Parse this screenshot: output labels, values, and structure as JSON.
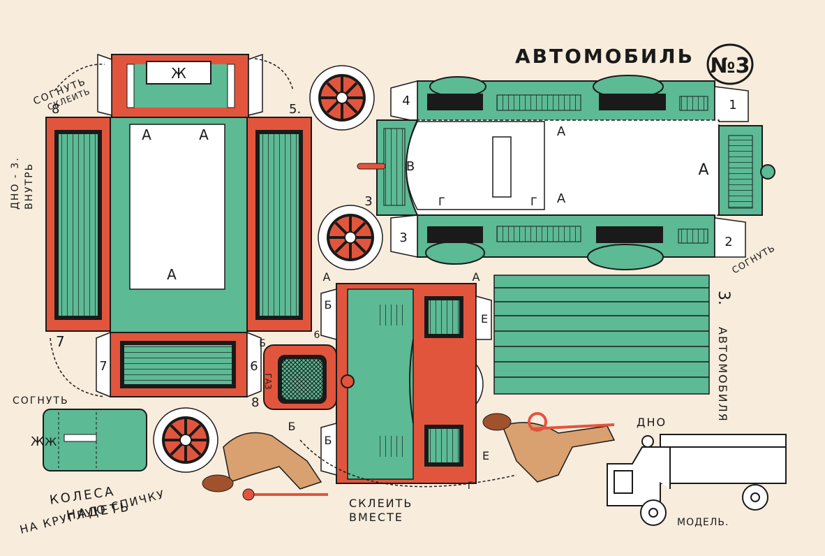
{
  "title": "АВТОМОБИЛЬ",
  "number": "№3",
  "colors": {
    "paper": "#f8ecdc",
    "green": "#5cba95",
    "red": "#e2553d",
    "black": "#1a1a1a",
    "skin": "#d9a070"
  },
  "instructions": {
    "fold_top": "СОГНУТЬ",
    "glue_top": "СКЛЕИТЬ",
    "floor_inside_1": "ДНО - 3.",
    "floor_inside_2": "ВНУТРЬ",
    "fold_bottom_left": "СОГНУТЬ",
    "fold_right": "СОГНУТЬ",
    "wheels_1": "КОЛЕСА",
    "wheels_2": "НАДЕТЬ",
    "wheels_3": "НА КРУГЛУЮ СПИЧКУ",
    "glue_together_1": "СКЛЕИТЬ",
    "glue_together_2": "ВМЕСТЕ",
    "floor_caption": "ДНО",
    "floor_caption_2": "АВТОМОБИЛЯ",
    "floor_number": "3.",
    "model": "МОДЕЛЬ."
  },
  "part_letters": {
    "a": "А",
    "b": "Б",
    "v": "В",
    "g": "Г",
    "e": "Е",
    "zh": "Ж",
    "n1": "1",
    "n2": "2",
    "n3": "3",
    "n4": "4",
    "n5": "5.",
    "n6": "6",
    "n7": "7",
    "n8": "8"
  },
  "radiator_label": "ГАЗ"
}
